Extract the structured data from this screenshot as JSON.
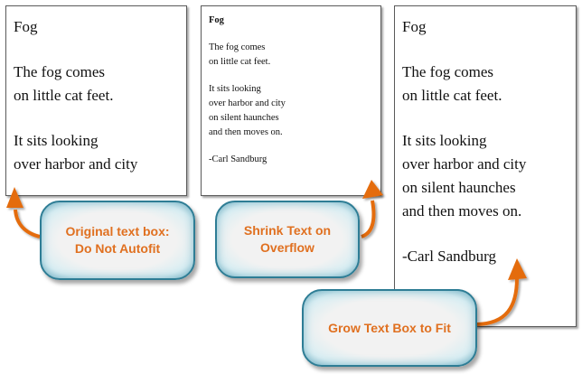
{
  "colors": {
    "callout_text": "#e07020",
    "callout_border": "#2e7d95",
    "arrow": "#e46c0a",
    "box_border": "#5a5a5a"
  },
  "boxes": [
    {
      "name": "original",
      "title": "Fog",
      "lines": [
        "The fog comes",
        "on little cat feet.",
        "",
        "It sits looking",
        "over harbor and city"
      ]
    },
    {
      "name": "shrink",
      "title": "Fog",
      "lines": [
        "The fog comes",
        "on little cat feet.",
        "",
        "It sits looking",
        "over harbor and city",
        "on silent haunches",
        "and then moves on.",
        "",
        "-Carl Sandburg"
      ]
    },
    {
      "name": "grow",
      "title": "Fog",
      "lines": [
        "The fog comes",
        "on little cat feet.",
        "",
        "It sits looking",
        "over harbor and city",
        "on silent haunches",
        "and then moves on.",
        "",
        "-Carl Sandburg"
      ]
    }
  ],
  "callouts": [
    {
      "line1": "Original text box:",
      "line2": "Do Not Autofit"
    },
    {
      "line1": "Shrink Text on",
      "line2": "Overflow"
    },
    {
      "line1": "Grow Text Box to Fit",
      "line2": ""
    }
  ]
}
